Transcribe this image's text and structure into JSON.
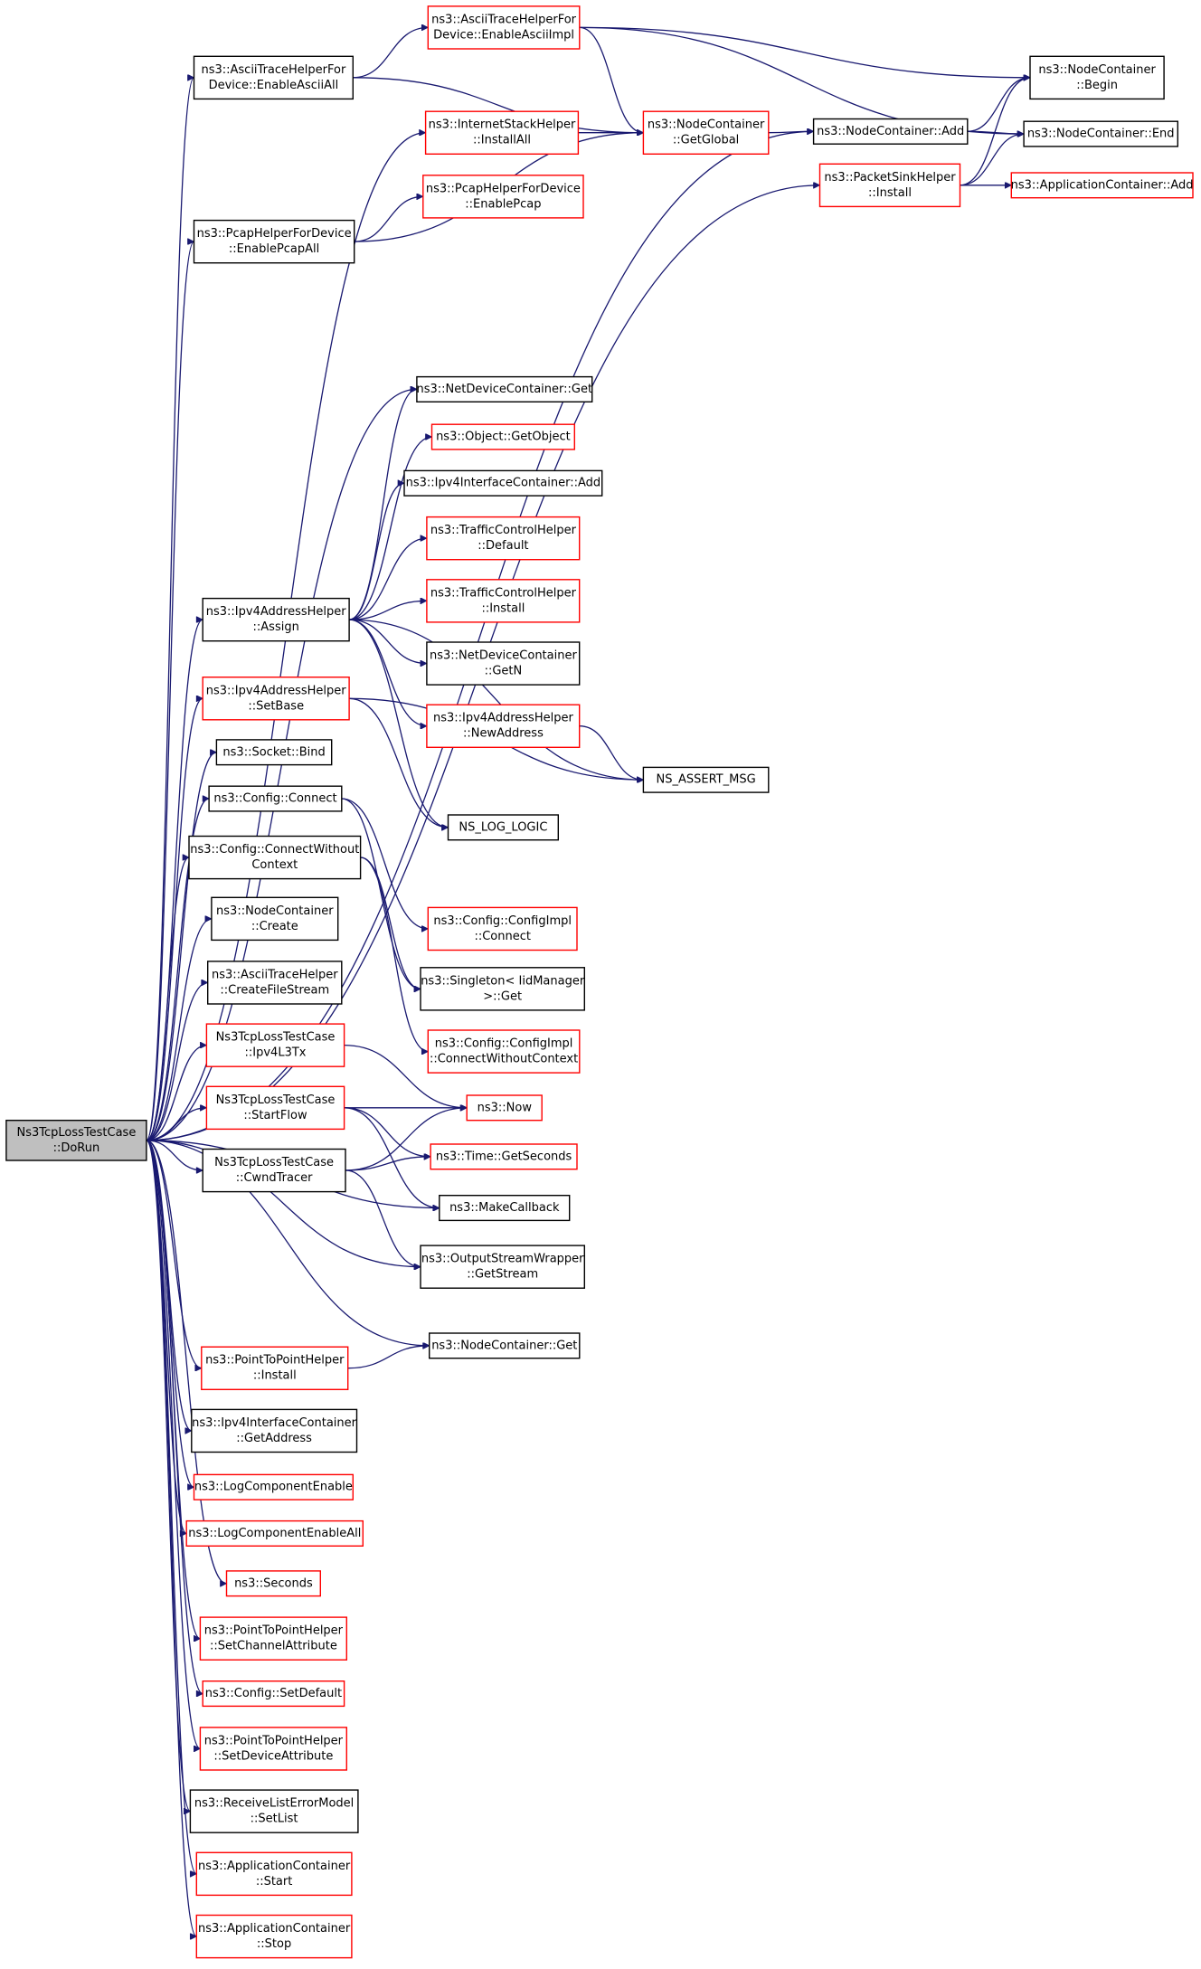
{
  "nodes": [
    {
      "id": "dorun",
      "lines": [
        "Ns3TcpLossTestCase",
        "::DoRun"
      ],
      "style": "root"
    },
    {
      "id": "enableAsciiAll",
      "lines": [
        "ns3::AsciiTraceHelperFor",
        "Device::EnableAsciiAll"
      ],
      "style": "black"
    },
    {
      "id": "enableAsciiImpl",
      "lines": [
        "ns3::AsciiTraceHelperFor",
        "Device::EnableAsciiImpl"
      ],
      "style": "red"
    },
    {
      "id": "ncBegin",
      "lines": [
        "ns3::NodeContainer",
        "::Begin"
      ],
      "style": "black"
    },
    {
      "id": "ncEnd",
      "lines": [
        "ns3::NodeContainer::End"
      ],
      "style": "black"
    },
    {
      "id": "installAll",
      "lines": [
        "ns3::InternetStackHelper",
        "::InstallAll"
      ],
      "style": "red"
    },
    {
      "id": "getGlobal",
      "lines": [
        "ns3::NodeContainer",
        "::GetGlobal"
      ],
      "style": "red"
    },
    {
      "id": "ncAdd",
      "lines": [
        "ns3::NodeContainer::Add"
      ],
      "style": "black"
    },
    {
      "id": "packetSinkInstall",
      "lines": [
        "ns3::PacketSinkHelper",
        "::Install"
      ],
      "style": "red"
    },
    {
      "id": "appContAdd",
      "lines": [
        "ns3::ApplicationContainer::Add"
      ],
      "style": "red"
    },
    {
      "id": "enablePcap",
      "lines": [
        "ns3::PcapHelperForDevice",
        "::EnablePcap"
      ],
      "style": "red"
    },
    {
      "id": "enablePcapAll",
      "lines": [
        "ns3::PcapHelperForDevice",
        "::EnablePcapAll"
      ],
      "style": "black"
    },
    {
      "id": "ndcGet",
      "lines": [
        "ns3::NetDeviceContainer::Get"
      ],
      "style": "black"
    },
    {
      "id": "getObject",
      "lines": [
        "ns3::Object::GetObject"
      ],
      "style": "red"
    },
    {
      "id": "ipv4IcAdd",
      "lines": [
        "ns3::Ipv4InterfaceContainer::Add"
      ],
      "style": "black"
    },
    {
      "id": "tcDefault",
      "lines": [
        "ns3::TrafficControlHelper",
        "::Default"
      ],
      "style": "red"
    },
    {
      "id": "tcInstall",
      "lines": [
        "ns3::TrafficControlHelper",
        "::Install"
      ],
      "style": "red"
    },
    {
      "id": "ipv4Assign",
      "lines": [
        "ns3::Ipv4AddressHelper",
        "::Assign"
      ],
      "style": "black"
    },
    {
      "id": "ndcGetN",
      "lines": [
        "ns3::NetDeviceContainer",
        "::GetN"
      ],
      "style": "black"
    },
    {
      "id": "newAddress",
      "lines": [
        "ns3::Ipv4AddressHelper",
        "::NewAddress"
      ],
      "style": "red"
    },
    {
      "id": "setBase",
      "lines": [
        "ns3::Ipv4AddressHelper",
        "::SetBase"
      ],
      "style": "red"
    },
    {
      "id": "nsAssertMsg",
      "lines": [
        "NS_ASSERT_MSG"
      ],
      "style": "black"
    },
    {
      "id": "socketBind",
      "lines": [
        "ns3::Socket::Bind"
      ],
      "style": "black"
    },
    {
      "id": "nsLogLogic",
      "lines": [
        "NS_LOG_LOGIC"
      ],
      "style": "black"
    },
    {
      "id": "configConnect",
      "lines": [
        "ns3::Config::Connect"
      ],
      "style": "black"
    },
    {
      "id": "connectWithoutContext",
      "lines": [
        "ns3::Config::ConnectWithout",
        "Context"
      ],
      "style": "black"
    },
    {
      "id": "configImplConnect",
      "lines": [
        "ns3::Config::ConfigImpl",
        "::Connect"
      ],
      "style": "red"
    },
    {
      "id": "ncCreate",
      "lines": [
        "ns3::NodeContainer",
        "::Create"
      ],
      "style": "black"
    },
    {
      "id": "singletonGet",
      "lines": [
        "ns3::Singleton< IidManager",
        ">::Get"
      ],
      "style": "black"
    },
    {
      "id": "createFileStream",
      "lines": [
        "ns3::AsciiTraceHelper",
        "::CreateFileStream"
      ],
      "style": "black"
    },
    {
      "id": "configImplCwc",
      "lines": [
        "ns3::Config::ConfigImpl",
        "::ConnectWithoutContext"
      ],
      "style": "red"
    },
    {
      "id": "ipv4L3Tx",
      "lines": [
        "Ns3TcpLossTestCase",
        "::Ipv4L3Tx"
      ],
      "style": "red"
    },
    {
      "id": "startFlow",
      "lines": [
        "Ns3TcpLossTestCase",
        "::StartFlow"
      ],
      "style": "red"
    },
    {
      "id": "now",
      "lines": [
        "ns3::Now"
      ],
      "style": "red"
    },
    {
      "id": "cwndTracer",
      "lines": [
        "Ns3TcpLossTestCase",
        "::CwndTracer"
      ],
      "style": "black"
    },
    {
      "id": "getSeconds",
      "lines": [
        "ns3::Time::GetSeconds"
      ],
      "style": "red"
    },
    {
      "id": "makeCallback",
      "lines": [
        "ns3::MakeCallback"
      ],
      "style": "black"
    },
    {
      "id": "getStream",
      "lines": [
        "ns3::OutputStreamWrapper",
        "::GetStream"
      ],
      "style": "black"
    },
    {
      "id": "p2pInstall",
      "lines": [
        "ns3::PointToPointHelper",
        "::Install"
      ],
      "style": "red"
    },
    {
      "id": "ncGet",
      "lines": [
        "ns3::NodeContainer::Get"
      ],
      "style": "black"
    },
    {
      "id": "ipv4IcGetAddress",
      "lines": [
        "ns3::Ipv4InterfaceContainer",
        "::GetAddress"
      ],
      "style": "black"
    },
    {
      "id": "logComponentEnable",
      "lines": [
        "ns3::LogComponentEnable"
      ],
      "style": "red"
    },
    {
      "id": "logComponentEnableAll",
      "lines": [
        "ns3::LogComponentEnableAll"
      ],
      "style": "red"
    },
    {
      "id": "seconds",
      "lines": [
        "ns3::Seconds"
      ],
      "style": "red"
    },
    {
      "id": "setChannelAttribute",
      "lines": [
        "ns3::PointToPointHelper",
        "::SetChannelAttribute"
      ],
      "style": "red"
    },
    {
      "id": "configSetDefault",
      "lines": [
        "ns3::Config::SetDefault"
      ],
      "style": "red"
    },
    {
      "id": "setDeviceAttribute",
      "lines": [
        "ns3::PointToPointHelper",
        "::SetDeviceAttribute"
      ],
      "style": "red"
    },
    {
      "id": "setList",
      "lines": [
        "ns3::ReceiveListErrorModel",
        "::SetList"
      ],
      "style": "black"
    },
    {
      "id": "appStart",
      "lines": [
        "ns3::ApplicationContainer",
        "::Start"
      ],
      "style": "red"
    },
    {
      "id": "appStop",
      "lines": [
        "ns3::ApplicationContainer",
        "::Stop"
      ],
      "style": "red"
    }
  ],
  "edges": [
    [
      "dorun",
      "enableAsciiAll"
    ],
    [
      "dorun",
      "installAll"
    ],
    [
      "dorun",
      "enablePcapAll"
    ],
    [
      "dorun",
      "ncAdd"
    ],
    [
      "dorun",
      "packetSinkInstall"
    ],
    [
      "dorun",
      "ndcGet"
    ],
    [
      "dorun",
      "ipv4Assign"
    ],
    [
      "dorun",
      "setBase"
    ],
    [
      "dorun",
      "socketBind"
    ],
    [
      "dorun",
      "configConnect"
    ],
    [
      "dorun",
      "connectWithoutContext"
    ],
    [
      "dorun",
      "ncCreate"
    ],
    [
      "dorun",
      "createFileStream"
    ],
    [
      "dorun",
      "ipv4L3Tx"
    ],
    [
      "dorun",
      "startFlow"
    ],
    [
      "dorun",
      "cwndTracer"
    ],
    [
      "dorun",
      "makeCallback"
    ],
    [
      "dorun",
      "getStream"
    ],
    [
      "dorun",
      "ncGet"
    ],
    [
      "dorun",
      "p2pInstall"
    ],
    [
      "dorun",
      "ipv4IcGetAddress"
    ],
    [
      "dorun",
      "logComponentEnable"
    ],
    [
      "dorun",
      "logComponentEnableAll"
    ],
    [
      "dorun",
      "seconds"
    ],
    [
      "dorun",
      "setChannelAttribute"
    ],
    [
      "dorun",
      "configSetDefault"
    ],
    [
      "dorun",
      "setDeviceAttribute"
    ],
    [
      "dorun",
      "setList"
    ],
    [
      "dorun",
      "appStart"
    ],
    [
      "dorun",
      "appStop"
    ],
    [
      "enableAsciiAll",
      "enableAsciiImpl"
    ],
    [
      "enableAsciiAll",
      "getGlobal"
    ],
    [
      "enableAsciiImpl",
      "getGlobal"
    ],
    [
      "enableAsciiImpl",
      "ncBegin"
    ],
    [
      "enableAsciiImpl",
      "ncEnd"
    ],
    [
      "installAll",
      "getGlobal"
    ],
    [
      "getGlobal",
      "ncAdd"
    ],
    [
      "ncAdd",
      "ncBegin"
    ],
    [
      "ncAdd",
      "ncEnd"
    ],
    [
      "packetSinkInstall",
      "ncBegin"
    ],
    [
      "packetSinkInstall",
      "ncEnd"
    ],
    [
      "packetSinkInstall",
      "appContAdd"
    ],
    [
      "enablePcapAll",
      "enablePcap"
    ],
    [
      "enablePcapAll",
      "getGlobal"
    ],
    [
      "ipv4Assign",
      "ndcGet"
    ],
    [
      "ipv4Assign",
      "getObject"
    ],
    [
      "ipv4Assign",
      "ipv4IcAdd"
    ],
    [
      "ipv4Assign",
      "tcDefault"
    ],
    [
      "ipv4Assign",
      "tcInstall"
    ],
    [
      "ipv4Assign",
      "ndcGetN"
    ],
    [
      "ipv4Assign",
      "newAddress"
    ],
    [
      "ipv4Assign",
      "nsAssertMsg"
    ],
    [
      "ipv4Assign",
      "nsLogLogic"
    ],
    [
      "newAddress",
      "nsAssertMsg"
    ],
    [
      "setBase",
      "nsLogLogic"
    ],
    [
      "setBase",
      "nsAssertMsg"
    ],
    [
      "configConnect",
      "configImplConnect"
    ],
    [
      "configConnect",
      "singletonGet"
    ],
    [
      "connectWithoutContext",
      "singletonGet"
    ],
    [
      "connectWithoutContext",
      "configImplCwc"
    ],
    [
      "ipv4L3Tx",
      "now"
    ],
    [
      "startFlow",
      "now"
    ],
    [
      "startFlow",
      "getSeconds"
    ],
    [
      "startFlow",
      "makeCallback"
    ],
    [
      "cwndTracer",
      "now"
    ],
    [
      "cwndTracer",
      "getSeconds"
    ],
    [
      "cwndTracer",
      "getStream"
    ],
    [
      "p2pInstall",
      "ncGet"
    ]
  ]
}
